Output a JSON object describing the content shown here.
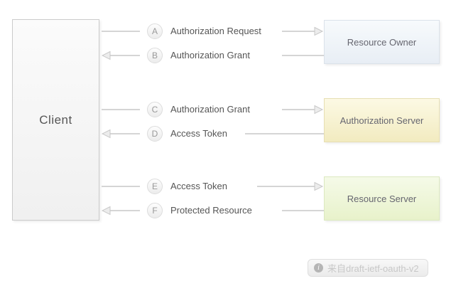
{
  "diagram": {
    "client": {
      "label": "Client",
      "colors": {
        "fill_top": "#fbfbfb",
        "fill_bottom": "#f0f0f0",
        "border": "#cbcbcb"
      }
    },
    "entities": [
      {
        "label": "Resource Owner",
        "fill_top": "#f7fafc",
        "fill_bottom": "#e8eef5",
        "border": "#dbe2ea"
      },
      {
        "label": "Authorization Server",
        "fill_top": "#fcf9e4",
        "fill_bottom": "#f2ebc0",
        "border": "#e7dfb3"
      },
      {
        "label": "Resource Server",
        "fill_top": "#f5fae8",
        "fill_bottom": "#e8f2cb",
        "border": "#dce9c0"
      }
    ],
    "flows": [
      {
        "step": "A",
        "label": "Authorization Request",
        "direction": "right",
        "from": "Client",
        "to": "Resource Owner"
      },
      {
        "step": "B",
        "label": "Authorization Grant",
        "direction": "left",
        "from": "Resource Owner",
        "to": "Client"
      },
      {
        "step": "C",
        "label": "Authorization Grant",
        "direction": "right",
        "from": "Client",
        "to": "Authorization Server"
      },
      {
        "step": "D",
        "label": "Access Token",
        "direction": "left",
        "from": "Authorization Server",
        "to": "Client"
      },
      {
        "step": "E",
        "label": "Access Token",
        "direction": "right",
        "from": "Client",
        "to": "Resource Server"
      },
      {
        "step": "F",
        "label": "Protected Resource",
        "direction": "left",
        "from": "Resource Server",
        "to": "Client"
      }
    ],
    "badge": {
      "icon": "info-icon",
      "icon_glyph": "i",
      "text": "来自draft-ietf-oauth-v2"
    },
    "arrow_colors": {
      "line": "#d5d5d5",
      "head_fill": "#ececec",
      "head_stroke": "#c8c8c8"
    }
  }
}
